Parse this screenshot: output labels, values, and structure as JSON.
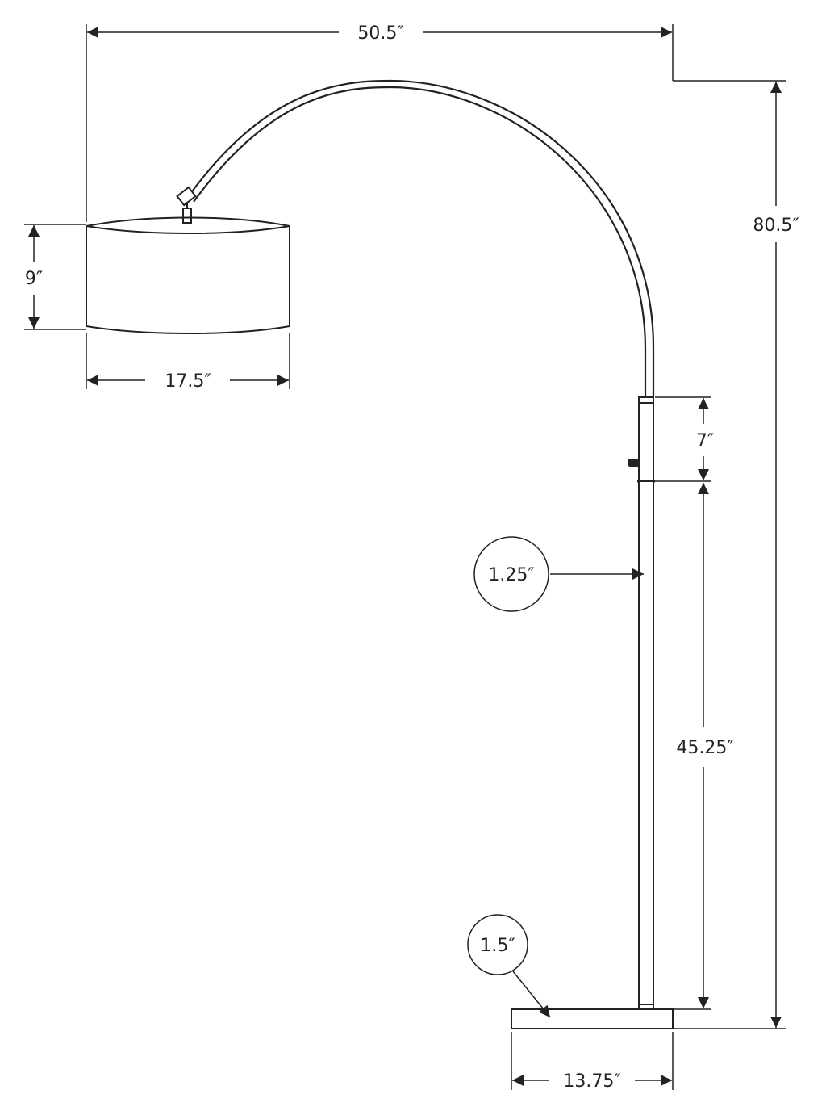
{
  "diagram": {
    "dimensions": {
      "overall_width": "50.5″",
      "overall_height": "80.5″",
      "shade_height": "9″",
      "shade_width": "17.5″",
      "adjustable_section": "7″",
      "pole_height": "45.25″",
      "pole_diameter": "1.25″",
      "base_thickness": "1.5″",
      "base_width": "13.75″"
    }
  }
}
